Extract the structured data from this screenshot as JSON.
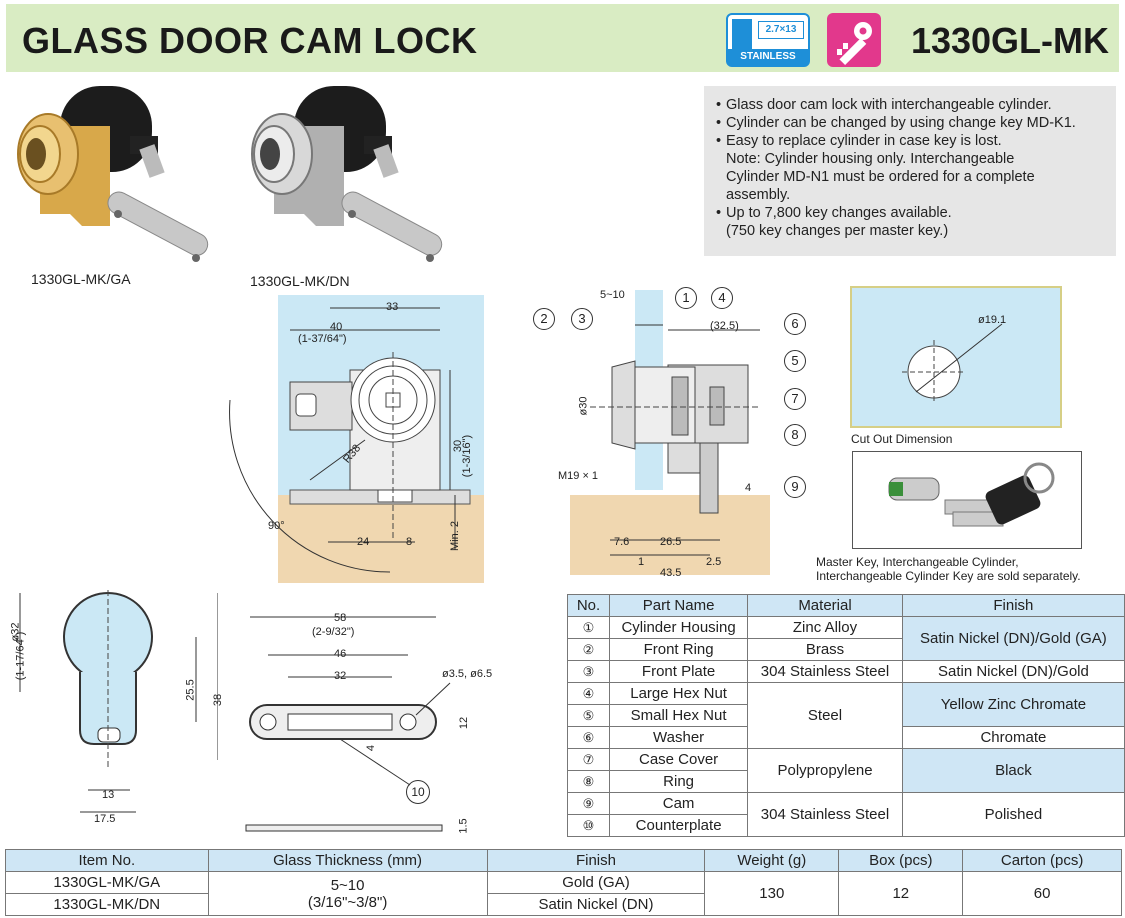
{
  "header": {
    "title": "GLASS DOOR CAM LOCK",
    "model": "1330GL-MK",
    "stainless_dim": "2.7×13",
    "stainless_label": "STAINLESS",
    "key_icon": "key-icon"
  },
  "photos": {
    "ga_caption": "1330GL-MK/GA",
    "dn_caption": "1330GL-MK/DN"
  },
  "features": [
    "Glass door cam lock with interchangeable cylinder.",
    "Cylinder can be changed by using change key MD-K1.",
    "Easy to replace cylinder in case key is lost.\n Note: Cylinder housing only. Interchangeable\n Cylinder MD-N1 must be ordered for a complete\n assembly.",
    "Up to 7,800 key changes available.\n (750 key changes per master key.)"
  ],
  "cutout": {
    "dia": "ø19.1",
    "caption": "Cut Out Dimension"
  },
  "keys_caption": "Master Key, Interchangeable Cylinder,\nInterchangeable Cylinder Key are sold separately.",
  "front_dims": {
    "d33": "33",
    "d40": "40",
    "d40in": "(1-37/64\")",
    "r38": "R38",
    "d30": "30",
    "d30in": "(1-3/16\")",
    "d24": "24",
    "d8": "8",
    "min2": "Min. 2",
    "a90": "90°"
  },
  "side_dims": {
    "d510": "5~10",
    "d325": "(32.5)",
    "o30": "ø30",
    "m19": "M19 × 1",
    "d4": "4",
    "d76": "7.6",
    "d265": "26.5",
    "d1": "1",
    "d25": "2.5",
    "d435": "43.5",
    "callouts": [
      "1",
      "2",
      "3",
      "4",
      "5",
      "6",
      "7",
      "8",
      "9"
    ]
  },
  "cam_dims": {
    "o32": "ø32",
    "o32in": "(1-17/64\")",
    "d255": "25.5",
    "d38": "38",
    "d13": "13",
    "d175": "17.5"
  },
  "plate_dims": {
    "d58": "58",
    "d58in": "(2-9/32\")",
    "d46": "46",
    "d32": "32",
    "holes": "ø3.5, ø6.5",
    "d12": "12",
    "d4": "4",
    "d15": "1.5",
    "callout": "10"
  },
  "parts_table": {
    "headers": [
      "No.",
      "Part Name",
      "Material",
      "Finish"
    ],
    "rows": [
      {
        "no": "①",
        "name": "Cylinder Housing"
      },
      {
        "no": "②",
        "name": "Front Ring"
      },
      {
        "no": "③",
        "name": "Front Plate"
      },
      {
        "no": "④",
        "name": "Large Hex Nut"
      },
      {
        "no": "⑤",
        "name": "Small Hex Nut"
      },
      {
        "no": "⑥",
        "name": "Washer"
      },
      {
        "no": "⑦",
        "name": "Case Cover"
      },
      {
        "no": "⑧",
        "name": "Ring"
      },
      {
        "no": "⑨",
        "name": "Cam"
      },
      {
        "no": "⑩",
        "name": "Counterplate"
      }
    ],
    "materials": {
      "m1": "Zinc Alloy",
      "m2": "Brass",
      "m3": "304 Stainless Steel",
      "m4": "Steel",
      "m5": "Polypropylene",
      "m6": "304 Stainless Steel"
    },
    "finishes": {
      "f1": "Satin Nickel (DN)/Gold (GA)",
      "f2": "Satin Nickel (DN)/Gold",
      "f3": "Yellow Zinc Chromate",
      "f4": "Chromate",
      "f5": "Black",
      "f6": "Polished"
    }
  },
  "spec_table": {
    "headers": [
      "Item No.",
      "Glass Thickness (mm)",
      "Finish",
      "Weight (g)",
      "Box (pcs)",
      "Carton (pcs)"
    ],
    "item1": "1330GL-MK/GA",
    "item2": "1330GL-MK/DN",
    "glass1": "5~10",
    "glass2": "(3/16\"~3/8\")",
    "finish1": "Gold (GA)",
    "finish2": "Satin Nickel (DN)",
    "weight": "130",
    "box": "12",
    "carton": "60"
  }
}
